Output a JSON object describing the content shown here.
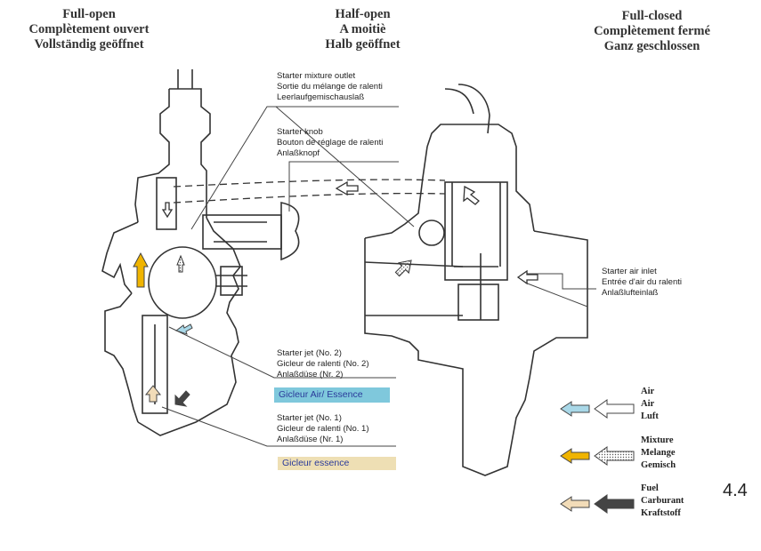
{
  "headers": {
    "full_open": [
      "Full-open",
      "Complètement ouvert",
      "Vollständig geöffnet"
    ],
    "half_open": [
      "Half-open",
      "A moitiè",
      "Halb geöffnet"
    ],
    "full_closed": [
      "Full-closed",
      "Complètement fermé",
      "Ganz geschlossen"
    ]
  },
  "labels": {
    "starter_mixture_outlet": [
      "Starter mixture outlet",
      "Sortie du mélange de ralenti",
      "Leerlaufgemischauslaß"
    ],
    "starter_knob": [
      "Starter knob",
      "Bouton de réglage de ralenti",
      "Anlaßknopf"
    ],
    "starter_air_inlet": [
      "Starter air inlet",
      "Entrée d'air du ralenti",
      "Anlaßlufteinlaß"
    ],
    "starter_jet_2": [
      "Starter jet (No. 2)",
      "Gicleur de ralenti (No. 2)",
      "Anlaßdüse (Nr. 2)"
    ],
    "starter_jet_1": [
      "Starter jet (No. 1)",
      "Gicleur de ralenti (No. 1)",
      "Anlaßdüse (Nr. 1)"
    ]
  },
  "tags": {
    "air_fuel_jet": "Gicleur Air/ Essence",
    "fuel_jet": "Gicleur essence"
  },
  "legend": {
    "air": [
      "Air",
      "Air",
      "Luft"
    ],
    "mixture": [
      "Mixture",
      "Melange",
      "Gemisch"
    ],
    "fuel": [
      "Fuel",
      "Carburant",
      "Kraftstoff"
    ]
  },
  "figure_number": "4.4",
  "colors": {
    "air_tag_bg": "#7fc8dc",
    "fuel_tag_bg": "#eedfb4",
    "air_arrow": "#a9d8e8",
    "mixture_arrow": "#f0b400",
    "fuel_arrow": "#f2dcb8",
    "line": "#333333"
  }
}
